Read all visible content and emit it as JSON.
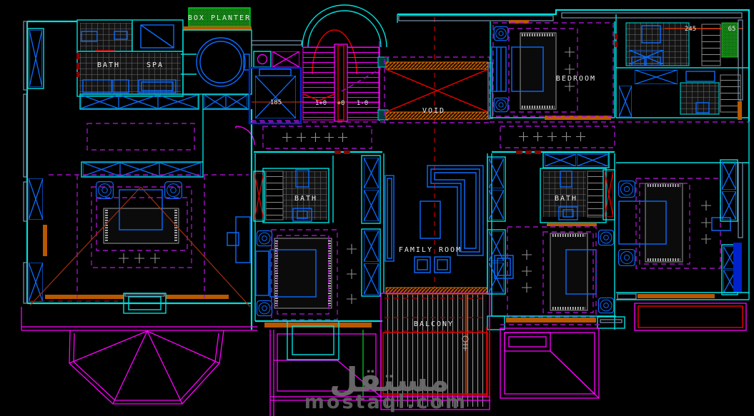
{
  "document": {
    "type": "architectural-floor-plan",
    "background": "#000000"
  },
  "labels": {
    "box_planter": "BOX PLANTER",
    "bath_top_left": "BATH",
    "spa": "SPA",
    "void": "VOID",
    "bedroom_top_right": "BEDROOM",
    "bath_mid_left": "BATH",
    "bath_mid_right": "BATH",
    "family_room": "FAMILY ROOM",
    "balcony": "BALCONY"
  },
  "dimensions": {
    "elevator_width": "185",
    "stair_run_left": "1+0",
    "stair_run_mid": "+0",
    "stair_run_right": "1-0",
    "dim_right_a": "245",
    "dim_right_b": "65"
  },
  "watermark": {
    "arabic": "مستقل",
    "latin": "mostaql.com"
  },
  "icons": {
    "balcony_marker": "level-marker-icon",
    "speaker": "speaker-icon",
    "ceiling_cross": "cross-marker-icon",
    "column_brace": "x-brace-icon"
  },
  "colors": {
    "wall_cyan": "#00e0e0",
    "furniture_blue": "#0b6cff",
    "deep_blue": "#0026cc",
    "stair_magenta": "#ff00ff",
    "ceiling_dashed_purple": "#a012c4",
    "red": "#e00000",
    "dark_red": "#8e0000",
    "orange": "#d86800",
    "planter_green": "#00cc22",
    "tile_gray": "#6f6f6f",
    "window_gray": "#7f95ad",
    "label_text": "#ececec",
    "watermark_gray": "#6e6e6e"
  }
}
